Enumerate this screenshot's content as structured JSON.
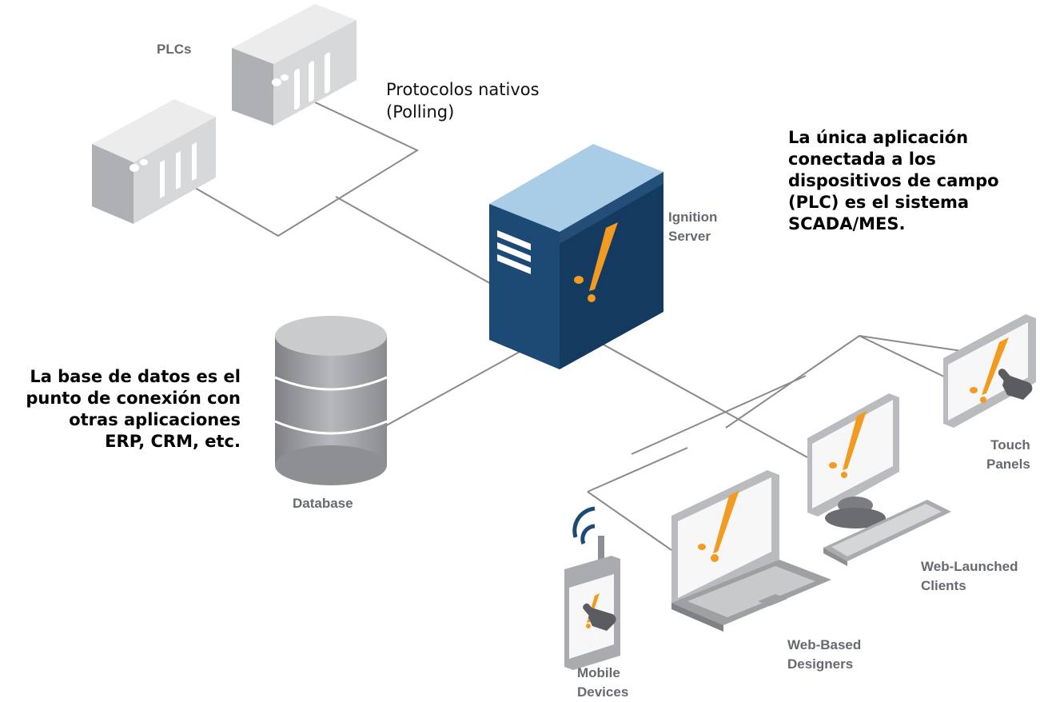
{
  "labels": {
    "plcs": "PLCs",
    "protocols_line1": "Protocolos nativos",
    "protocols_line2": "(Polling)",
    "server_line1": "Ignition",
    "server_line2": "Server",
    "database": "Database",
    "touch_line1": "Touch",
    "touch_line2": "Panels",
    "web_launched_line1": "Web-Launched",
    "web_launched_line2": "Clients",
    "web_based_line1": "Web-Based",
    "web_based_line2": "Designers",
    "mobile_line1": "Mobile",
    "mobile_line2": "Devices"
  },
  "notes": {
    "scada": [
      "La única aplicación",
      "conectada a los",
      "dispositivos de campo",
      "(PLC) es el sistema",
      "SCADA/MES."
    ],
    "database": [
      "La base de datos es el",
      "punto de conexión con",
      "otras aplicaciones",
      "ERP, CRM, etc."
    ]
  },
  "colors": {
    "server_top": "#a9cde6",
    "server_front": "#1c4a74",
    "server_side": "#143a60",
    "accent": "#f39a21",
    "device_gray": "#b9bbbe",
    "line": "#8a8a8a",
    "label_gray": "#666a70"
  }
}
